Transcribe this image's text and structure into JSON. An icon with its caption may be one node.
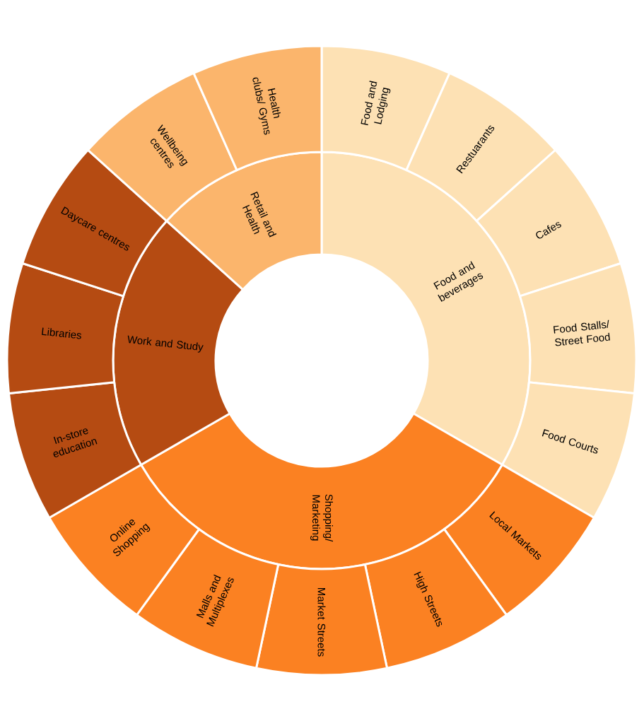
{
  "diagram": {
    "nodes": [
      {
        "text": [
          "Food and beverages"
        ]
      },
      {
        "text": [
          "Shopping/ Marketing"
        ]
      },
      {
        "text": [
          "Work and Study"
        ]
      },
      {
        "text": [
          "Retail and Health"
        ]
      },
      {
        "text": [
          "Food and Lodging"
        ]
      },
      {
        "text": [
          "Restuarants"
        ]
      },
      {
        "text": [
          "Cafes"
        ]
      },
      {
        "text": [
          "Food Stalls/ Street Food"
        ]
      },
      {
        "text": [
          "Food Courts"
        ]
      },
      {
        "text": [
          "Local Markets"
        ]
      },
      {
        "text": [
          "High Streets"
        ]
      },
      {
        "text": [
          "Market Streets"
        ]
      },
      {
        "text": [
          "Malls and Multiplexes"
        ]
      },
      {
        "text": [
          "Online Shopping"
        ]
      },
      {
        "text": [
          "In-store education"
        ]
      },
      {
        "text": [
          "Libraries"
        ]
      },
      {
        "text": [
          "Daycare centres"
        ]
      },
      {
        "text": [
          "Wellbeing centres"
        ]
      },
      {
        "text": [
          "Health clubs/ Gyms"
        ]
      }
    ]
  }
}
